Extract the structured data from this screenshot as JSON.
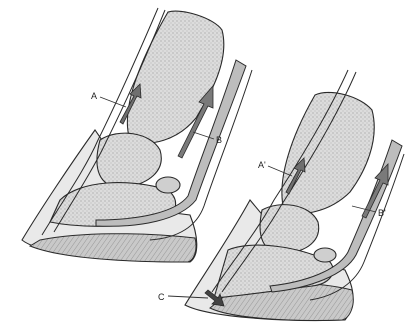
{
  "labels": {
    "a": "A",
    "b": "B",
    "a_prime": "A'",
    "b_prime": "B'",
    "c": "C"
  },
  "colors": {
    "bone": "#cfcfcf",
    "tendon": "#bdbdbd",
    "arrow": "#7a7a7a",
    "line": "#2a2a2a"
  }
}
